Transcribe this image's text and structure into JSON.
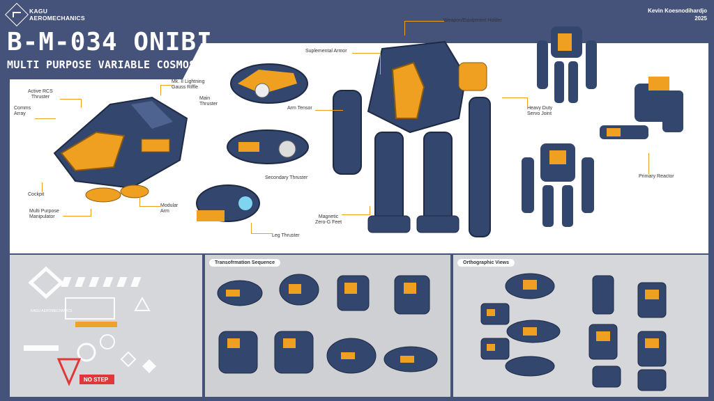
{
  "brand": {
    "line1": "KAGU",
    "line2": "AEROMECHANICS"
  },
  "title": "B-M-034 ONIBI",
  "subtitle": "MULTI PURPOSE VARIABLE COSMOSUIT",
  "author": {
    "name": "Kevin Koesnodihardjo",
    "year": "2025"
  },
  "callouts": {
    "active_rcs": "Active RCS\nThruster",
    "comms": "Comms\nArray",
    "lightning": "Mk. II Lightning\nGauss Riffle",
    "main_thruster": "Main\nThruster",
    "cockpit": "Cockpit",
    "manipulator": "Multi Purpose\nManipulator",
    "modular_arm": "Modular\nArm",
    "secondary_thruster": "Secondary Thruster",
    "leg_thruster": "Leg Thruster",
    "suplemental_armor": "Suplemental Armor",
    "arm_tensor": "Arm Tensor",
    "weapon_holder": "Weapon/Equipment Holder",
    "magnetic_feet": "Magnetic\nZero-G Feet",
    "servo": "Heavy Duty\nServo Joint",
    "reactor": "Primary Reactor"
  },
  "panels": {
    "transformation": "Transofrmation Sequence",
    "orthographic": "Orthographic Views"
  },
  "decals": {
    "brand": "KAGU AEROMECHANICS",
    "nostep": "NO STEP"
  },
  "colors": {
    "navy": "#45527a",
    "suit_blue": "#33466e",
    "accent_orange": "#f0a020",
    "panel_gray": "#d6d7db"
  }
}
